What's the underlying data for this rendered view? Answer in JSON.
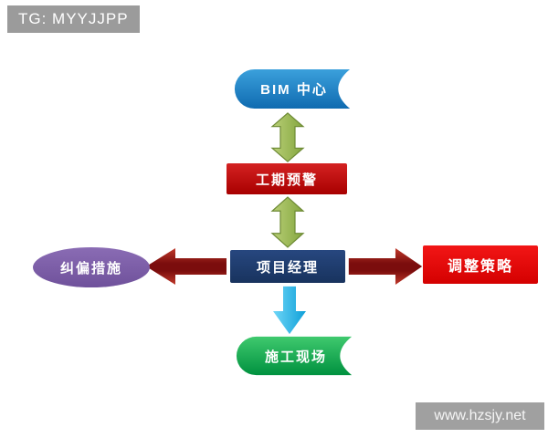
{
  "header": {
    "tg_label": "TG: MYYJJPP"
  },
  "watermark": {
    "text": "www.hzsjy.net"
  },
  "diagram": {
    "type": "flowchart",
    "nodes": {
      "bim": {
        "label": "BIM 中心",
        "shape": "wave-tab",
        "color": "#1a7fc4"
      },
      "schedule_warning": {
        "label": "工期预警",
        "shape": "rectangle",
        "color": "#c00000"
      },
      "project_manager": {
        "label": "项目经理",
        "shape": "rectangle",
        "color": "#1f3f77"
      },
      "correction_measures": {
        "label": "纠偏措施",
        "shape": "ellipse",
        "color": "#7d60a5"
      },
      "adjustment_strategy": {
        "label": "调整策略",
        "shape": "rectangle",
        "color": "#e60000"
      },
      "construction_site": {
        "label": "施工现场",
        "shape": "wave-tab",
        "color": "#00a650"
      }
    },
    "connectors": [
      {
        "from": "bim",
        "to": "schedule_warning",
        "type": "double-arrow-vertical",
        "color": "#9bbb59"
      },
      {
        "from": "schedule_warning",
        "to": "project_manager",
        "type": "double-arrow-vertical",
        "color": "#9bbb59"
      },
      {
        "from": "project_manager",
        "to": "correction_measures",
        "type": "arrow-left",
        "color": "#a81410"
      },
      {
        "from": "project_manager",
        "to": "adjustment_strategy",
        "type": "arrow-right",
        "color": "#a81410"
      },
      {
        "from": "project_manager",
        "to": "construction_site",
        "type": "arrow-down",
        "color": "#29abe2"
      }
    ]
  }
}
